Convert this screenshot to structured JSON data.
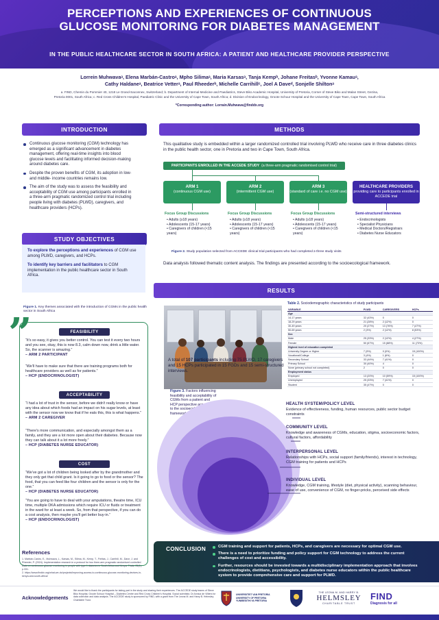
{
  "header": {
    "title_line1": "PERCEPTIONS AND EXPERIENCES OF CONTINUOUS",
    "title_line2": "GLUCOSE MONITORING FOR DIABETES MANAGEMENT",
    "subtitle": "IN THE PUBLIC HEALTHCARE SECTOR IN SOUTH AFRICA: A PATIENT AND HEALTHCARE PROVIDER PERSPECTIVE",
    "authors_line1": "Lorrein Muhwavaᵃ, Elena Marbán-Castroᵃ, Mpho Silimaᵃ, Maria Karsasᵃ, Tanja Kempᵇ, Johane Freitasᵇ, Yvonne Kamauᵃ,",
    "authors_line2": "Cathy Haldaneᵃ, Beatrice Vetterᵃ, Paul Rheederᵇ, Michelle Carrihillᶜ, Joel A Daveᵈ, Sonjelle Shiltonᵃ",
    "affiliations_line1": "a. FIND, Chemin du Pommier 40, 1218 Le Grand-Saconnex, Switzerland; b. Department of Internal Medicine and Paediatrics, Steve Biko Academic Hospital, University of Pretoria, Corner of Steve Biko and Malan Street, Gezina,",
    "affiliations_line2": "Pretoria 0001, South Africa; c. Red Cross Children's Hospital, Paediatric Clinic and the University of Cape Town, South Africa; d. Division of Endocrinology, Groote Schuur Hospital and the University of Cape Town, Cape Town, South Africa",
    "corresponding": "*Corresponding author: Lorrain.Muhwava@finddx.org"
  },
  "sections": {
    "introduction": "INTRODUCTION",
    "objectives": "STUDY OBJECTIVES",
    "methods": "METHODS",
    "results": "RESULTS",
    "conclusion": "CONCLUSION",
    "references": "References",
    "acknowledgements": "Acknowledgements"
  },
  "introduction": [
    "Continuous glucose monitoring (CGM) technology has emerged as a significant advancement in diabetes management, offering real-time insights into blood glucose levels and facilitating informed decision-making around diabetes care.",
    "Despite the proven benefits of CGM, its adoption in low- and middle- income countries remains low.",
    "The aim of the study was to assess the feasibility and acceptability of CGM use among participants enrolled in a three-arm pragmatic randomized control trial including people living with diabetes (PLWD), caregivers, and healthcare providers (HCPs)."
  ],
  "objectives": [
    {
      "bold": "To explore the perceptions and experiences",
      "rest": " of CGM use among PLWD, caregivers, and HCPs."
    },
    {
      "bold": "To identify key barriers and facilitators",
      "rest": " to CGM implementation in the public healthcare sector in South Africa."
    }
  ],
  "figure1": {
    "caption_bold": "Figure 1.",
    "caption_rest": " Key themes associated with the introduction of CGMs in the public health sector in South Africa",
    "themes": [
      {
        "name": "FEASIBILITY",
        "quotes": [
          {
            "text": "“It's so easy, it gives you better control. You can test it every two hours and you see, okay, this is now 8.3, calm down now, drink a little water. So, the scanner is amazing.”",
            "who": "– ARM 2 PARTICIPANT"
          },
          {
            "text": "“We'll have to make sure that there are training programs both for healthcare providers as well as for patients.”",
            "who": "– HCP (ENDOCRINOLOGIST)"
          }
        ]
      },
      {
        "name": "ACCEPTABILITY",
        "quotes": [
          {
            "text": "“I had a lot of trust in the sensor, before we didn't really know or have any idea about which foods had an impact on his sugar levels, at least with the sensor now we know that if he eats this, this is what happens.”",
            "who": "– ARM 2 CAREGIVER"
          },
          {
            "text": "“There's more communication, and especially amongst them as a family, and they are a lot more open about their diabetes. Because now they can talk about it a lot more freely.”",
            "who": "– HCP (DIABETES NURSE EDUCATOR)"
          }
        ]
      },
      {
        "name": "COST",
        "quotes": [
          {
            "text": "“We've got a lot of children being looked after by the grandmother and they only get that child grant. Is it going to go to food or the sensor? The food, that you can feed like four children and the sensor is only for the one.”",
            "who": "– HCP (DIABETES NURSE EDUCATOR)"
          },
          {
            "text": "“You are going to have to deal with your amputations, theatre time, ICU time, multiple DKA admissions which require ICU or fluids or treatment in the ward for at least a week. So, from that perspective, if you can do a cost analysis, then maybe you'll get better buy-in.”",
            "who": "– HCP (ENDOCRINOLOGIST)"
          }
        ]
      }
    ]
  },
  "references": [
    "1. Marbán-Castro, E., Muhwava, L., Karsas, M., Silima, M., Kemp, T., Freitas, J., Carrihill, M., Dave, J. and Rheeder, P. (2024). Implementation research in a protocol for two three-arm pragmatic randomised controlled trials on continuous glucose monitoring in people with type 1 diabetes in South Africa and Kenya. Trials, 25(1), p.331.",
    "2. https://www.finddx.org/what-we-do/projects/improving-access-to-continuous-glucose-monitoring-devices-in-kenya-and-south-africa/"
  ],
  "methods": {
    "intro": "This qualitative study is embedded within a larger randomized controlled trial involving PLWD who receive care in three diabetes clinics in the public health sector, one in Pretoria and two in Cape Town, South Africa.",
    "enrolled_bold": "PARTICIPANTS ENROLLED IN THE ACCEDE STUDY",
    "enrolled_rest": "(a three-arm pragmatic randomised control trial)",
    "arms": [
      {
        "title": "ARM 1",
        "sub": "(continuous CGM use)"
      },
      {
        "title": "ARM 2",
        "sub": "(intermittent CGM use)"
      },
      {
        "title": "ARM 3",
        "sub": "(standard of care i.e. no CGM use)"
      }
    ],
    "hcp_box": {
      "title": "HEALTHCARE PROVIDERS",
      "sub": "providing care to participants enrolled in ACCEDE trial"
    },
    "fgd_title": "Focus Group Discussions",
    "fgd_items": [
      "Adults (≥18 years)",
      "Adolescents (15-17 years)",
      "Caregivers of children (<15 years)"
    ],
    "hcp_interviews_title": "Semi-structured interviews",
    "hcp_interviews": [
      "Endocrinologists",
      "Specialist Physicians",
      "Medical Doctors/Registrars",
      "Diabetes Nurse Educators"
    ],
    "fig2_bold": "Figure 2.",
    "fig2_rest": " Study population selected from ACCEDE clinical trial participants who had completed ≥ three study visits",
    "analysis": "Data analysis followed thematic content analysis. The findings are presented according to the socioecological framework."
  },
  "results": {
    "participants_pre": "A total of ",
    "participants_bold": "107 participants",
    "participants_post": " including 75 PLWD, 17 caregivers and 15 HCPs participated in 15 FGDs and 15 semi-structured interviews.",
    "table_title_bold": "Table 2.",
    "table_title_rest": " Sociodemographic characteristics of study participants",
    "table_headers": [
      "VARIABLE",
      "PLWD",
      "CAREGIVERS",
      "HCPs"
    ],
    "table_rows": [
      {
        "g": true,
        "c": [
          "Age",
          "",
          "",
          ""
        ]
      },
      {
        "c": [
          "14-17 years",
          "32 (43%)",
          "0",
          "0"
        ]
      },
      {
        "c": [
          "18-29 years",
          "21 (28%)",
          "2 (12%)",
          "0"
        ]
      },
      {
        "c": [
          "30-49 years",
          "20 (27%)",
          "13 (76%)",
          "7 (47%)"
        ]
      },
      {
        "c": [
          "50-69 years",
          "2 (3%)",
          "2 (12%)",
          "8 (53%)"
        ]
      },
      {
        "g": true,
        "c": [
          "Sex",
          "",
          "",
          ""
        ]
      },
      {
        "c": [
          "Male",
          "25 (33%)",
          "2 (12%)",
          "4 (27%)"
        ]
      },
      {
        "c": [
          "Female",
          "50 (67%)",
          "15 (88%)",
          "11 (73%)"
        ]
      },
      {
        "g": true,
        "c": [
          "Highest level of education completed",
          "",
          "",
          ""
        ]
      },
      {
        "c": [
          "University Degree or Higher",
          "7 (9%)",
          "0 (0%)",
          "15 (100%)"
        ]
      },
      {
        "c": [
          "Vocational/College",
          "3 (4%)",
          "1 (6%)",
          "0"
        ]
      },
      {
        "c": [
          "Secondary School",
          "33 (44%)",
          "7 (41%)",
          "0"
        ]
      },
      {
        "c": [
          "Primary School",
          "30 (40%)",
          "4",
          "0"
        ]
      },
      {
        "c": [
          "None (primary school not completed)",
          "2",
          "0",
          "0"
        ]
      },
      {
        "g": true,
        "c": [
          "Employment status",
          "",
          "",
          ""
        ]
      },
      {
        "c": [
          "Employed",
          "13 (20%)",
          "10 (59%)",
          "15 (100%)"
        ]
      },
      {
        "c": [
          "Unemployed",
          "25 (33%)",
          "7 (41%)",
          "0"
        ]
      },
      {
        "c": [
          "Student",
          "35 (47%)",
          "0",
          "0"
        ]
      }
    ],
    "fig3_bold": "Figure 3.",
    "fig3_rest": " Factors influencing feasibility and acceptability of CGMs from a patient and HCP perspective according to the socioecological framework",
    "levels": [
      {
        "title": "HEALTH SYSTEM/POLICY LEVEL",
        "text": "Evidence of effectiveness, funding, human resources, public sector budget constraints"
      },
      {
        "title": "COMMUNITY LEVEL",
        "text": "Knowledge and awareness of CGMs, education, stigma, socioeconomic factors, cultural factors, affordability"
      },
      {
        "title": "INTERPERSONAL LEVEL",
        "text": "Relationships with HCPs, social support (family/friends), interest in technology, CGM training for patients and HCPs"
      },
      {
        "title": "INDIVIDUAL LEVEL",
        "text": "Knowledge, CGM training, lifestyle (diet, physical activity), scanning behaviour, ease of use, convenience of CGM, no finger-pricks, perceived side effects"
      }
    ]
  },
  "conclusion": [
    "CGM training and support for patients, HCPs, and caregivers are necessary for optimal CGM use.",
    "There is a need to prioritize funding and policy support for CGM technology to address the current challenges of cost and accessibility.",
    "Further, resources should be invested towards a multidisciplinary implementation approach that involves endocrinologists, dietitians, psychologists, and diabetes nurse educators within the public healthcare system to provide comprehensive care and support for PLWD."
  ],
  "acknowledgements": "We would like to thank the participants for taking part in the study and sharing their experiences. The ACCEDE study teams of Steve Biko Hospital, Groote Schuur Hospital – Diabetes Centre and Red Cross Children's Hospital. Social scientists: Dr Annica de Villiers for data collection and data analysis. The ACCEDE study is sponsored by FIND, with a grant from The Leona M. and Harry B. Helmsley Charitable Trust.",
  "logos": {
    "pretoria_line1": "UNIVERSITEIT VAN PRETORIA",
    "pretoria_line2": "UNIVERSITY OF PRETORIA",
    "pretoria_line3": "YUNIBESITHI YA PRETORIA",
    "helmsley_small": "THE LEONA M. AND HARRY B.",
    "helmsley_big": "HELMSLEY",
    "helmsley_sub": "CHARITABLE TRUST",
    "find_big": "FIND",
    "find_sub": "Diagnosis for all"
  },
  "colors": {
    "header_purple": "#3d2aa8",
    "accent_green": "#2c8c5a",
    "conclusion_bg": "#17305a"
  }
}
